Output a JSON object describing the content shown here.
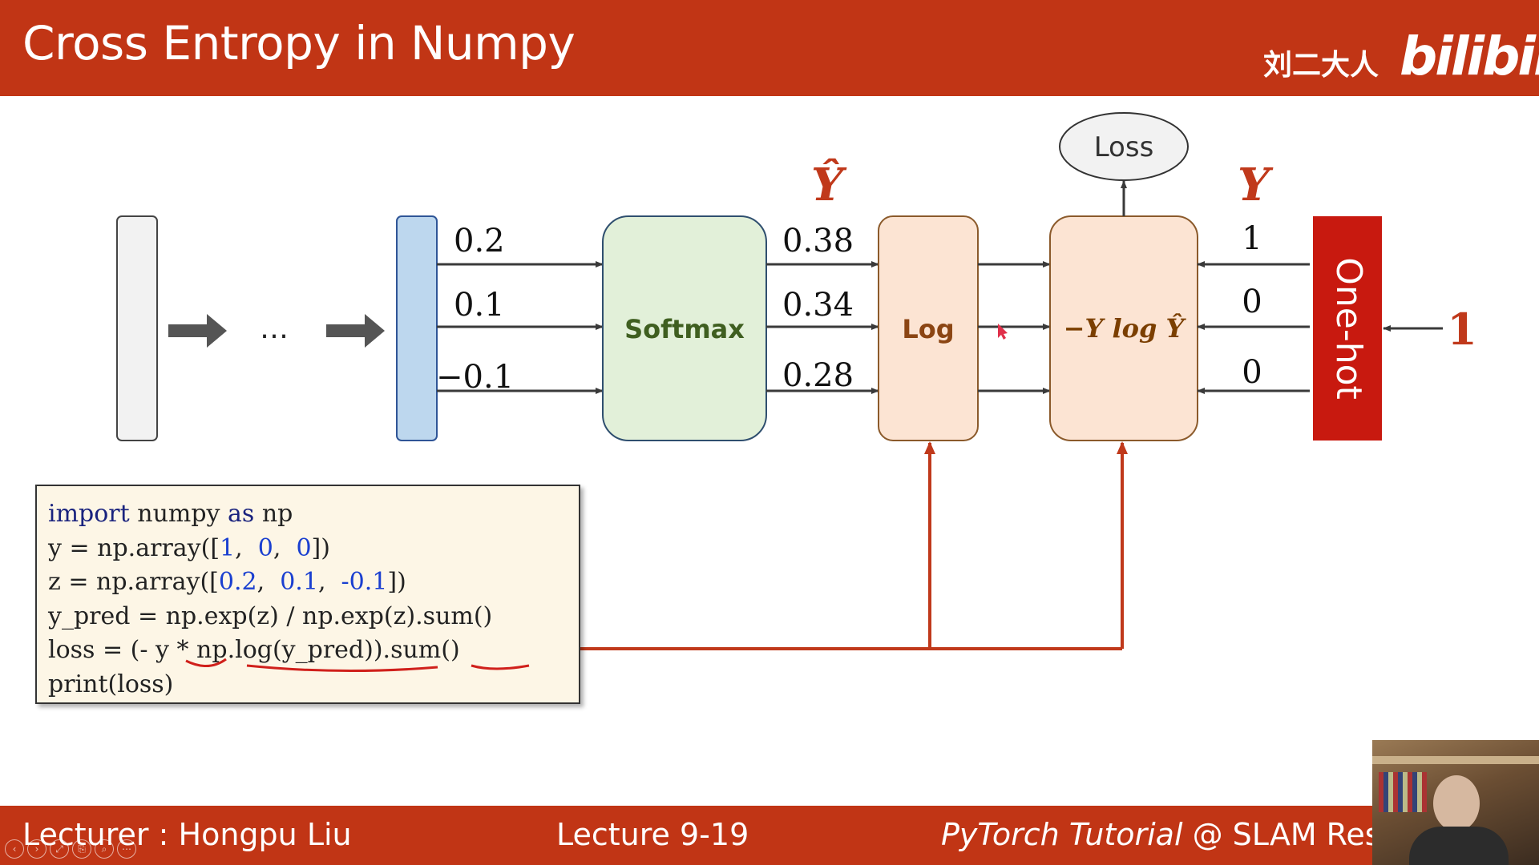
{
  "header": {
    "title": "Cross Entropy in Numpy",
    "author": "刘二大人",
    "brand": "bilibili"
  },
  "footer": {
    "lecturer": "Lecturer : Hongpu Liu",
    "lecture": "Lecture 9-19",
    "course_italic": "PyTorch Tutorial",
    "course_rest": " @ SLAM Resea"
  },
  "diagram": {
    "logits": [
      "0.2",
      "0.1",
      "−0.1"
    ],
    "softmax_label": "Softmax",
    "y_hat_symbol": "Ŷ",
    "probs": [
      "0.38",
      "0.34",
      "0.28"
    ],
    "log_label": "Log",
    "ce_label": "−Y log Ŷ",
    "loss_label": "Loss",
    "y_symbol": "Y",
    "targets": [
      "1",
      "0",
      "0"
    ],
    "onehot_label": "One-hot",
    "class_index": "1",
    "ellipsis": "…"
  },
  "code": {
    "lines": [
      {
        "t1": "import",
        "t2": " numpy ",
        "t3": "as",
        "t4": " np"
      },
      {
        "a": "y = np.array([",
        "b": "1",
        "c": ",  ",
        "d": "0",
        "e": ",  ",
        "f": "0",
        "g": "])"
      },
      {
        "a": "z = np.array([",
        "b": "0.2",
        "c": ",  ",
        "d": "0.1",
        "e": ",  ",
        "f": "-0.1",
        "g": "])"
      },
      {
        "text": "y_pred = np.exp(z) / np.exp(z).sum()"
      },
      {
        "text": "loss = (- y * np.log(y_pred)).sum()"
      },
      {
        "text": "print(loss)"
      }
    ]
  },
  "player": {
    "controls": [
      "‹",
      "›",
      "⤢",
      "⎘",
      "⌕",
      "⋯"
    ]
  },
  "colors": {
    "brand_red": "#C13515",
    "accent_red": "#C0391B",
    "onehot_red": "#C8190F"
  }
}
